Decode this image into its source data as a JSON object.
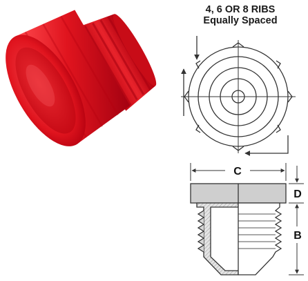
{
  "colors": {
    "plug": "#e0141e",
    "plug_dark": "#a8000c",
    "plug_light": "#f35a5e",
    "line": "#333333",
    "hatch_fill": "#d6d6d6",
    "cap_fill": "#c9c9c9"
  },
  "photo": {
    "icon": "red-plastic-plug-photo"
  },
  "ribs_note": {
    "line1": "4, 6 OR 8 RIBS",
    "line2": "Equally Spaced"
  },
  "dimensions": {
    "c": "C",
    "d": "D",
    "b": "B"
  }
}
